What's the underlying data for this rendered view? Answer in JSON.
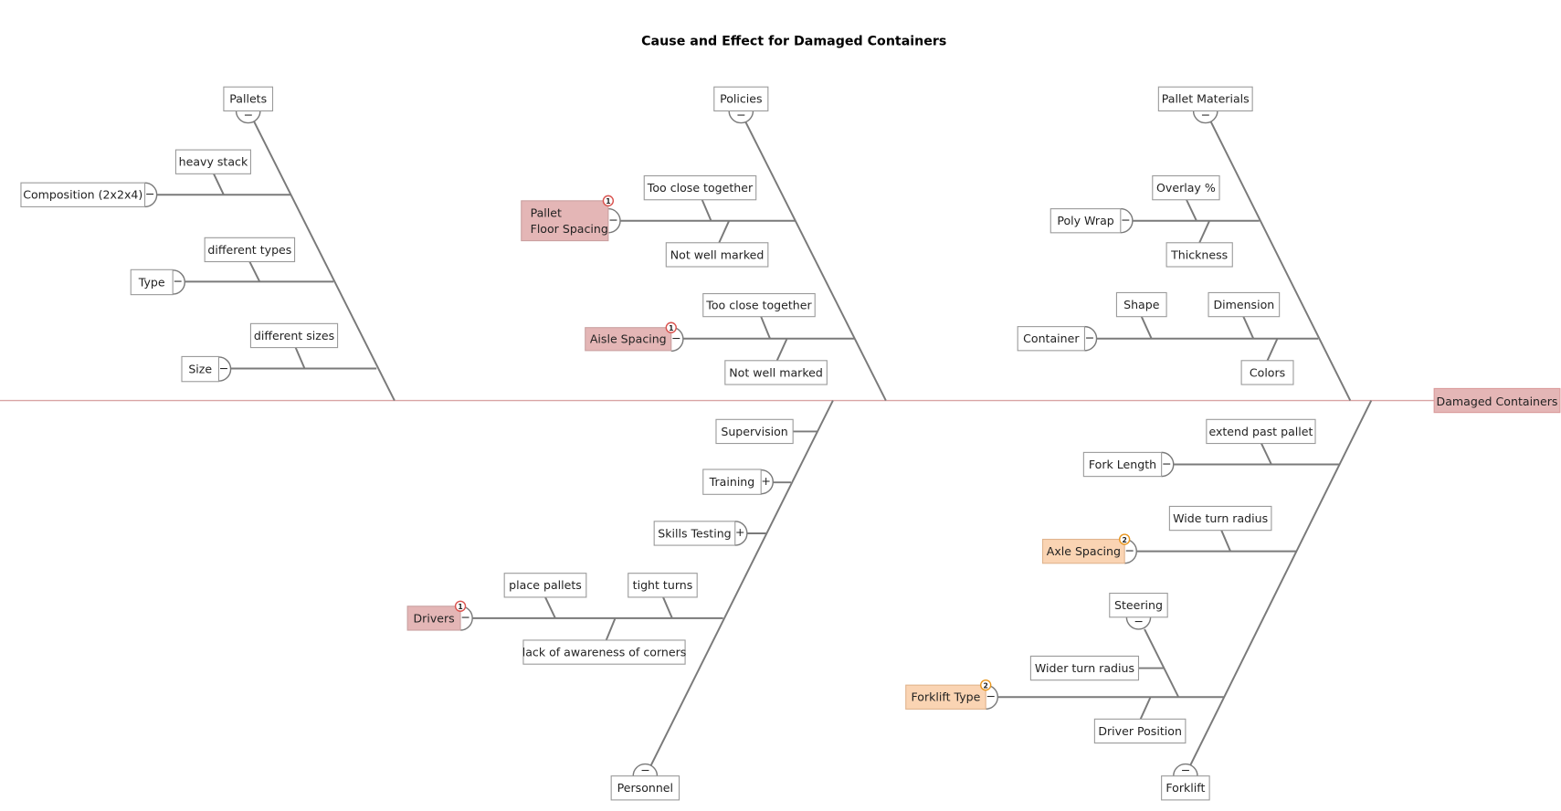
{
  "title": "Cause and Effect for Damaged Containers",
  "effect": "Damaged Containers",
  "colors": {
    "effect": "#e4b6b6",
    "priority1": "#e4b6b6",
    "priority2": "#fad4b3",
    "badge1": "#d9534f",
    "badge2": "#e8961e"
  },
  "nodes": {
    "pallets": "Pallets",
    "composition": "Composition (2x2x4)",
    "heavy_stack": "heavy stack",
    "type": "Type",
    "different_types": "different types",
    "size": "Size",
    "different_sizes": "different sizes",
    "policies": "Policies",
    "pallet_floor_spacing_1": "Pallet",
    "pallet_floor_spacing_2": "Floor Spacing",
    "pfs_too_close": "Too close together",
    "pfs_not_marked": "Not well marked",
    "aisle_spacing": "Aisle Spacing",
    "as_too_close": "Too close together",
    "as_not_marked": "Not well marked",
    "pallet_materials": "Pallet Materials",
    "poly_wrap": "Poly Wrap",
    "overlay": "Overlay %",
    "thickness": "Thickness",
    "container": "Container",
    "shape": "Shape",
    "dimension": "Dimension",
    "colors": "Colors",
    "personnel": "Personnel",
    "supervision": "Supervision",
    "training": "Training",
    "skills_testing": "Skills Testing",
    "drivers": "Drivers",
    "place_pallets": "place pallets",
    "tight_turns": "tight turns",
    "lack_awareness": "lack of awareness of corners",
    "forklift": "Forklift",
    "fork_length": "Fork Length",
    "extend_past": "extend past pallet",
    "axle_spacing": "Axle Spacing",
    "wide_turn": "Wide turn radius",
    "forklift_type": "Forklift Type",
    "steering": "Steering",
    "wider_turn": "Wider turn radius",
    "driver_position": "Driver Position"
  },
  "badges": {
    "pallet_floor_spacing": "1",
    "aisle_spacing": "1",
    "drivers": "1",
    "axle_spacing": "2",
    "forklift_type": "2"
  },
  "collapse_signs": {
    "expanded": "−",
    "collapsed": "+"
  }
}
